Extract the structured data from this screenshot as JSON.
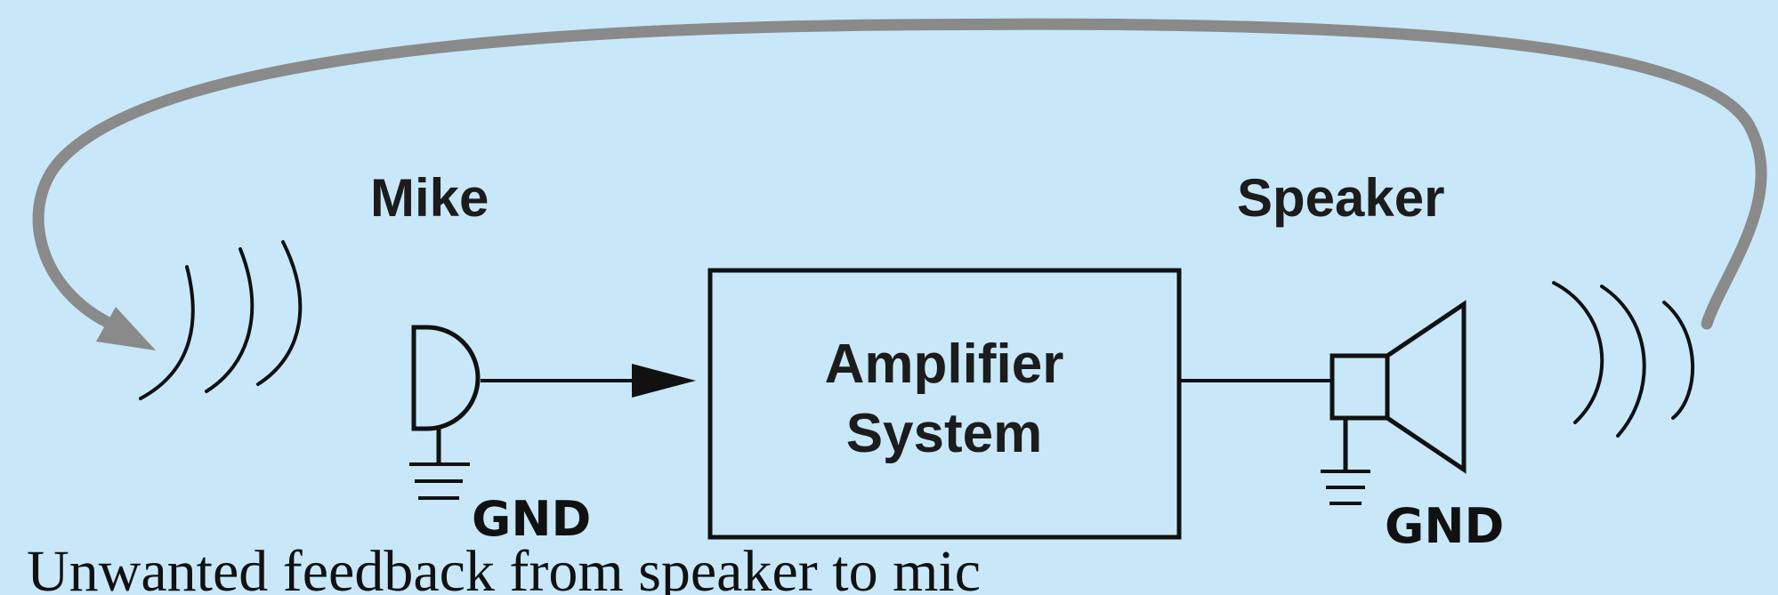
{
  "diagram": {
    "mike_label": "Mike",
    "speaker_label": "Speaker",
    "amplifier_label_line1": "Amplifier",
    "amplifier_label_line2": "System",
    "mike_ground_label": "GND",
    "speaker_ground_label": "GND",
    "caption": "Unwanted feedback from speaker to mic"
  },
  "colors": {
    "background": "#c8e8f9",
    "feedback_arrow": "#8a8a8a",
    "lines": "#111111"
  },
  "icons": [
    "microphone-icon",
    "speaker-icon",
    "ground-icon",
    "sound-wave-icon",
    "feedback-arrow-icon"
  ]
}
